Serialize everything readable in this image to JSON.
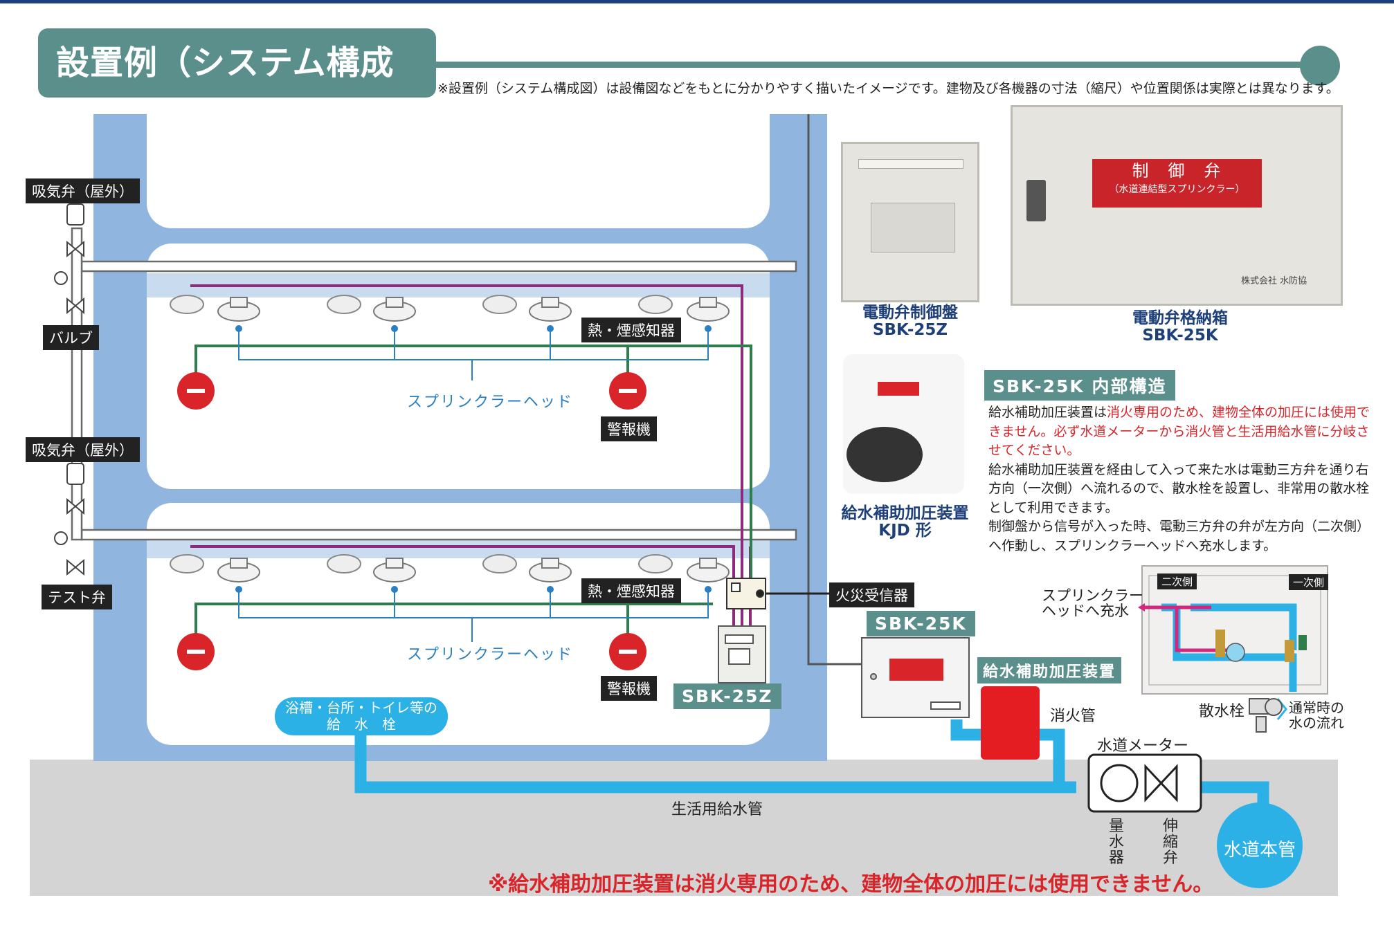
{
  "title": "設置例（システム構成図）",
  "note": "※設置例（システム構成図）は設備図などをもとに分かりやすく描いたイメージです。建物及び各機器の寸法（縮尺）や位置関係は実際とは異なります。",
  "labels": {
    "intake_valve_top": "吸気弁（屋外）",
    "valve": "バルブ",
    "intake_valve_bottom": "吸気弁（屋外）",
    "test_valve": "テスト弁",
    "detector_top": "熱・煙感知器",
    "detector_bottom": "熱・煙感知器",
    "sprinkler_head_top": "スプリンクラーヘッド",
    "sprinkler_head_bottom": "スプリンクラーヘッド",
    "alarm_top": "警報機",
    "alarm_bottom": "警報機",
    "sbk25z_tag": "SBK-25Z",
    "fire_receiver": "火災受信器",
    "sbk25k_tag": "SBK-25K",
    "booster_tag": "給水補助加圧装置",
    "fire_pipe": "消火管",
    "water_meter": "水道メーター",
    "meter_device": "量水器",
    "expansion_valve": "伸縮弁",
    "water_main": "水道本管",
    "domestic_pipe": "生活用給水管",
    "bath_line1": "浴槽・台所・トイレ等の",
    "bath_line2": "給　水　栓",
    "hose_valve": "散水栓",
    "normal_flow_line1": "通常時の",
    "normal_flow_line2": "水の流れ",
    "secondary_side": "二次側",
    "primary_side": "一次側",
    "to_sprinkler_line1": "スプリンクラー",
    "to_sprinkler_line2": "ヘッドへ充水"
  },
  "photos": {
    "control_panel_name": "電動弁制御盤",
    "control_panel_model": "SBK-25Z",
    "storage_box_name": "電動弁格納箱",
    "storage_box_model": "SBK-25K",
    "storage_box_sign_line1": "制　御　弁",
    "storage_box_sign_line2": "（水道連結型スプリンクラー）",
    "storage_box_maker": "株式会社 水防協",
    "booster_name": "給水補助加圧装置",
    "booster_model": "KJD 形"
  },
  "inner_structure": {
    "heading": "SBK-25K 内部構造",
    "p1_black": "給水補助加圧装置は",
    "p1_red": "消火専用のため、建物全体の加圧には使用できません。必ず水道メーターから消火管と生活用給水管に分岐させてください。",
    "p2": "給水補助加圧装置を経由して入って来た水は電動三方弁を通り右方向（一次側）へ流れるので、散水栓を設置し、非常用の散水栓として利用できます。",
    "p3": "制御盤から信号が入った時、電動三方弁の弁が左方向（二次側）へ作動し、スプリンクラーヘッドへ充水します。"
  },
  "bottom_warning": "※給水補助加圧装置は消火専用のため、建物全体の加圧には使用できません。",
  "colors": {
    "header_teal": "#5b8f8b",
    "building_blue": "#90b6df",
    "water_pipe": "#2bb1e6",
    "alarm_red": "#d9242a",
    "signal_green": "#2e7d4a",
    "control_purple": "#8e2a7e",
    "navy_text": "#1d3f7a"
  }
}
